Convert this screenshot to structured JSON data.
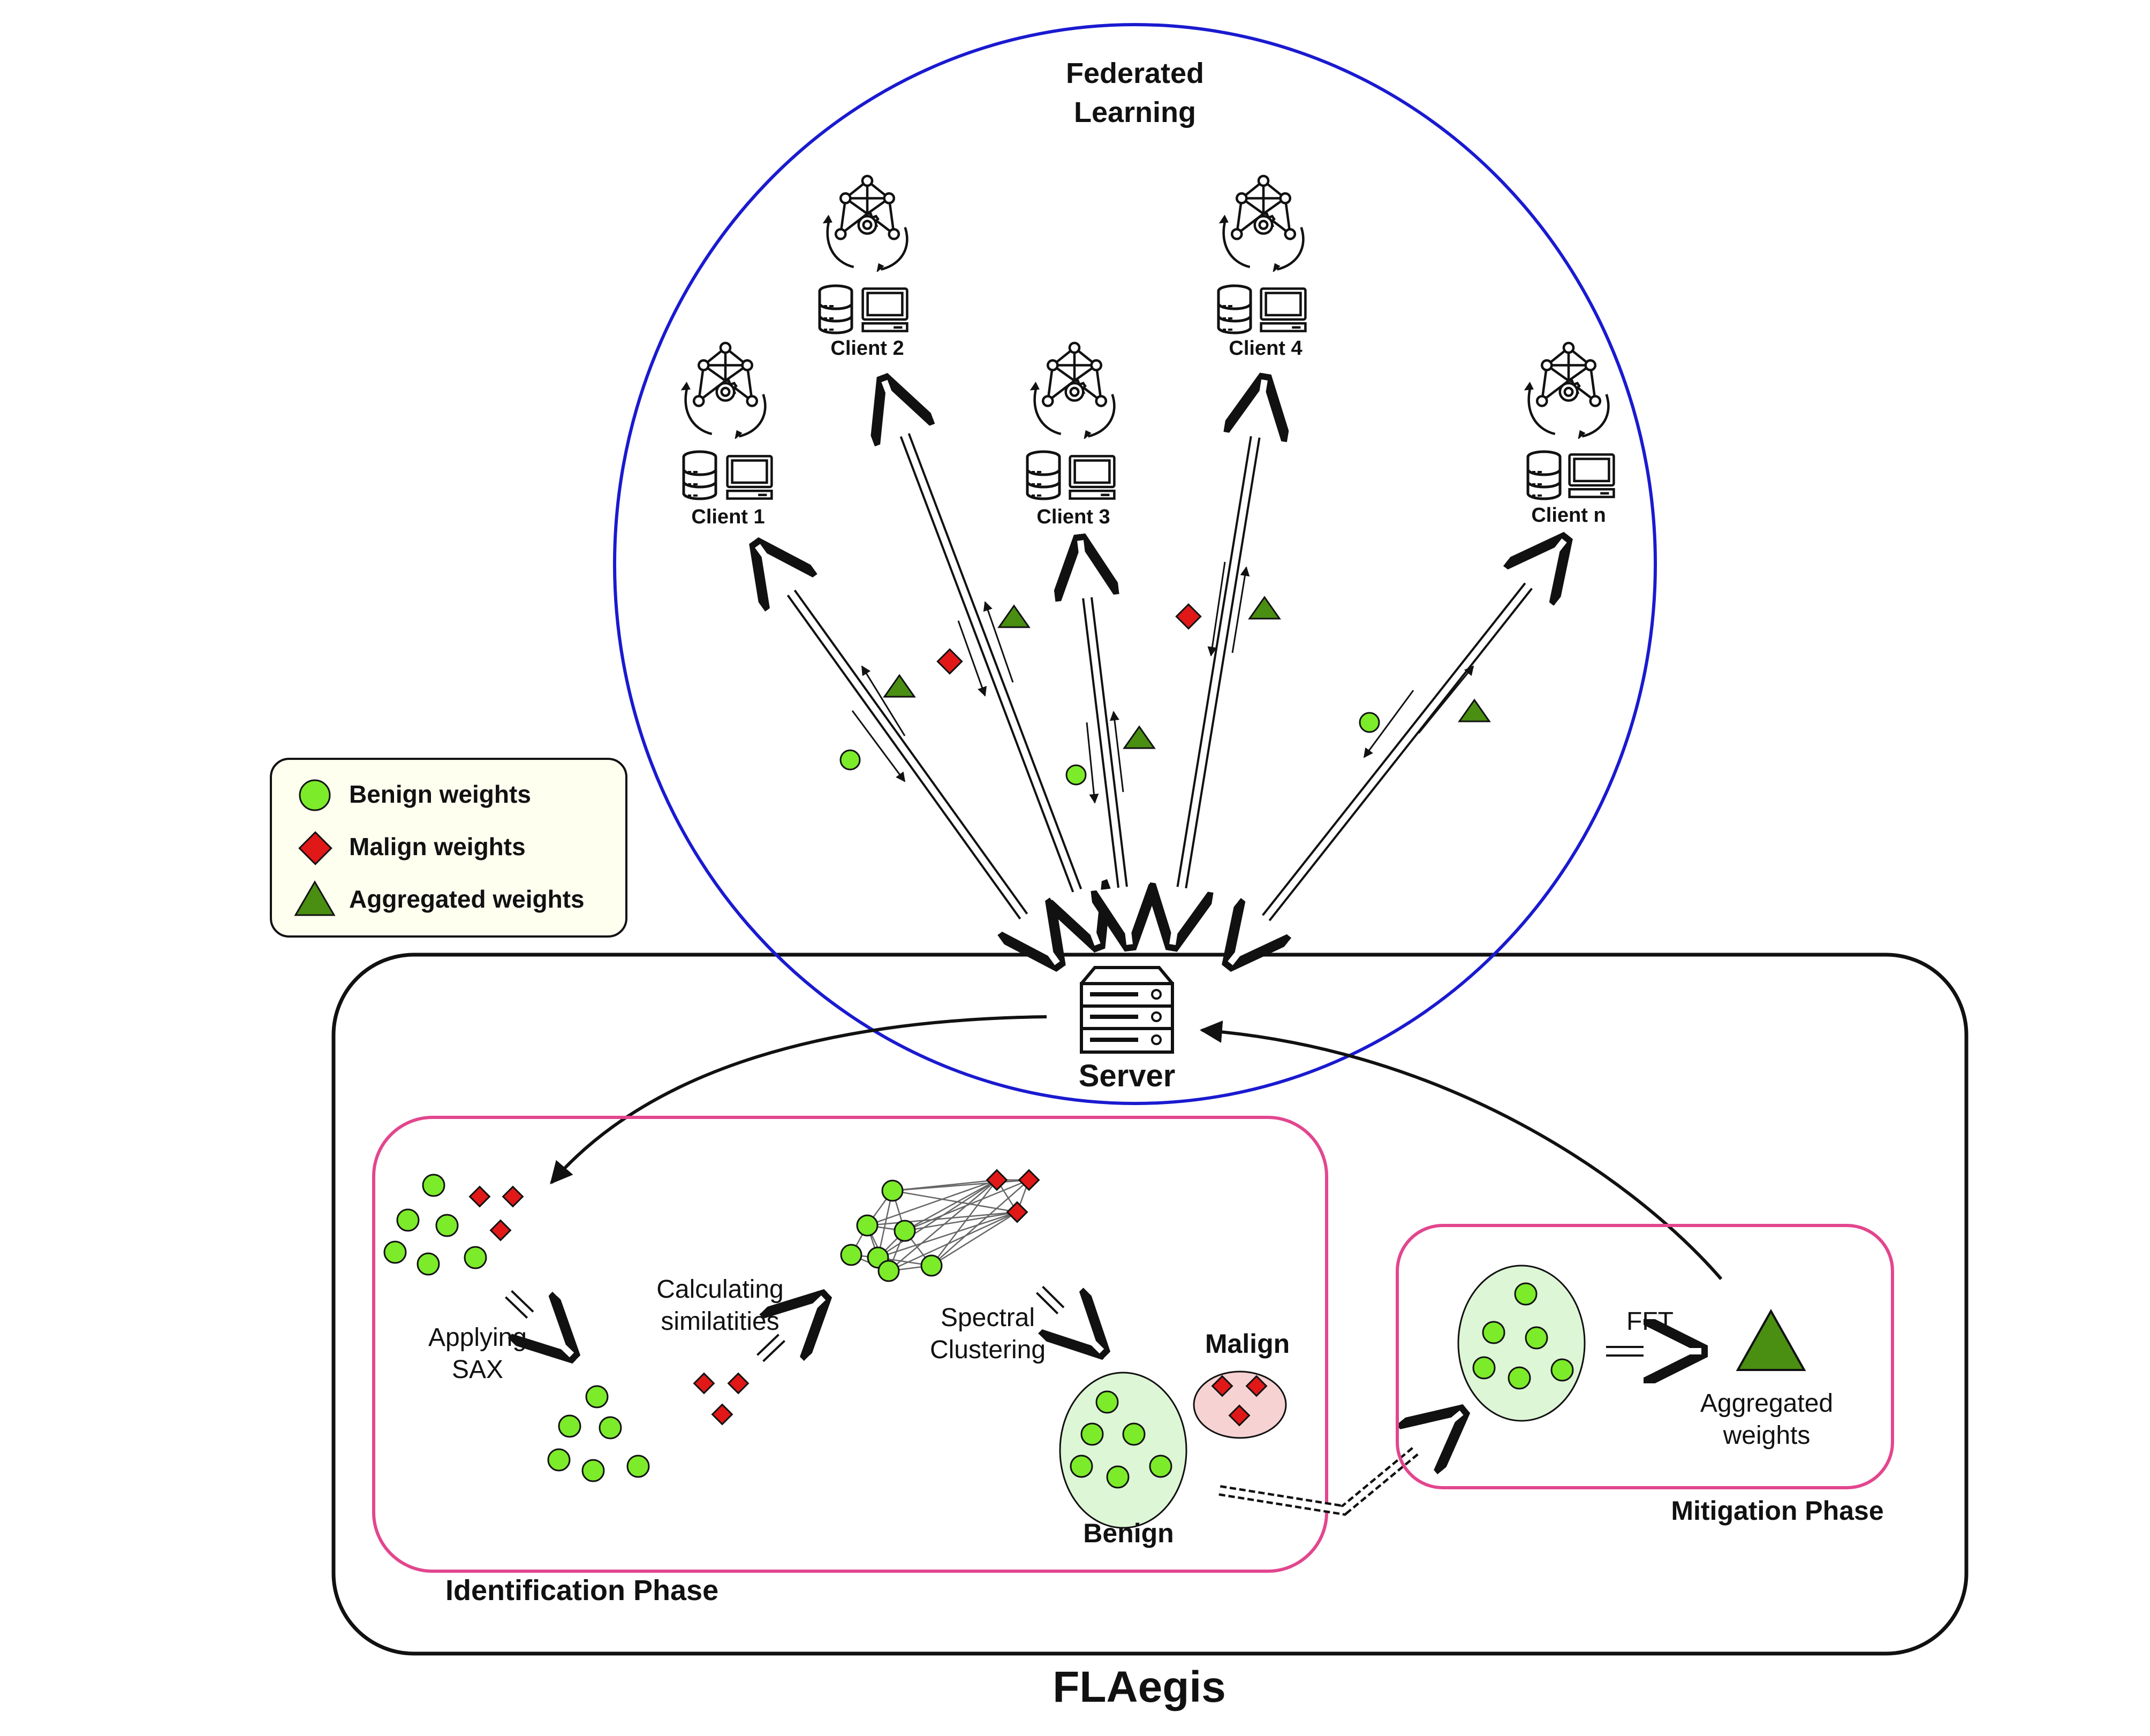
{
  "header": {
    "title_line1": "Federated",
    "title_line2": "Learning"
  },
  "clients": [
    {
      "label": "Client 1"
    },
    {
      "label": "Client 2"
    },
    {
      "label": "Client 3"
    },
    {
      "label": "Client 4"
    },
    {
      "label": "Client n"
    }
  ],
  "legend": {
    "benign": "Benign weights",
    "malign": "Malign weights",
    "aggregated": "Aggregated weights"
  },
  "server": {
    "label": "Server"
  },
  "identification": {
    "title": "Identification Phase",
    "step_sax_line1": "Applying",
    "step_sax_line2": "SAX",
    "step_sim_line1": "Calculating",
    "step_sim_line2": "similatities",
    "step_spec_line1": "Spectral",
    "step_spec_line2": "Clustering",
    "cluster_malign": "Malign",
    "cluster_benign": "Benign"
  },
  "mitigation": {
    "title": "Mitigation Phase",
    "fft": "FFT",
    "result_line1": "Aggregated",
    "result_line2": "weights"
  },
  "footer": {
    "title": "FLAegis"
  },
  "colors": {
    "benign": "#7CEB2A",
    "malign": "#E01818",
    "aggregated": "#4A8E12",
    "fl_circle": "#1A1AD0",
    "phase_border": "#E2468E",
    "legend_bg": "#FFFFF0",
    "benign_cluster": "#DDF6D6",
    "malign_cluster": "#F7D2D2"
  }
}
